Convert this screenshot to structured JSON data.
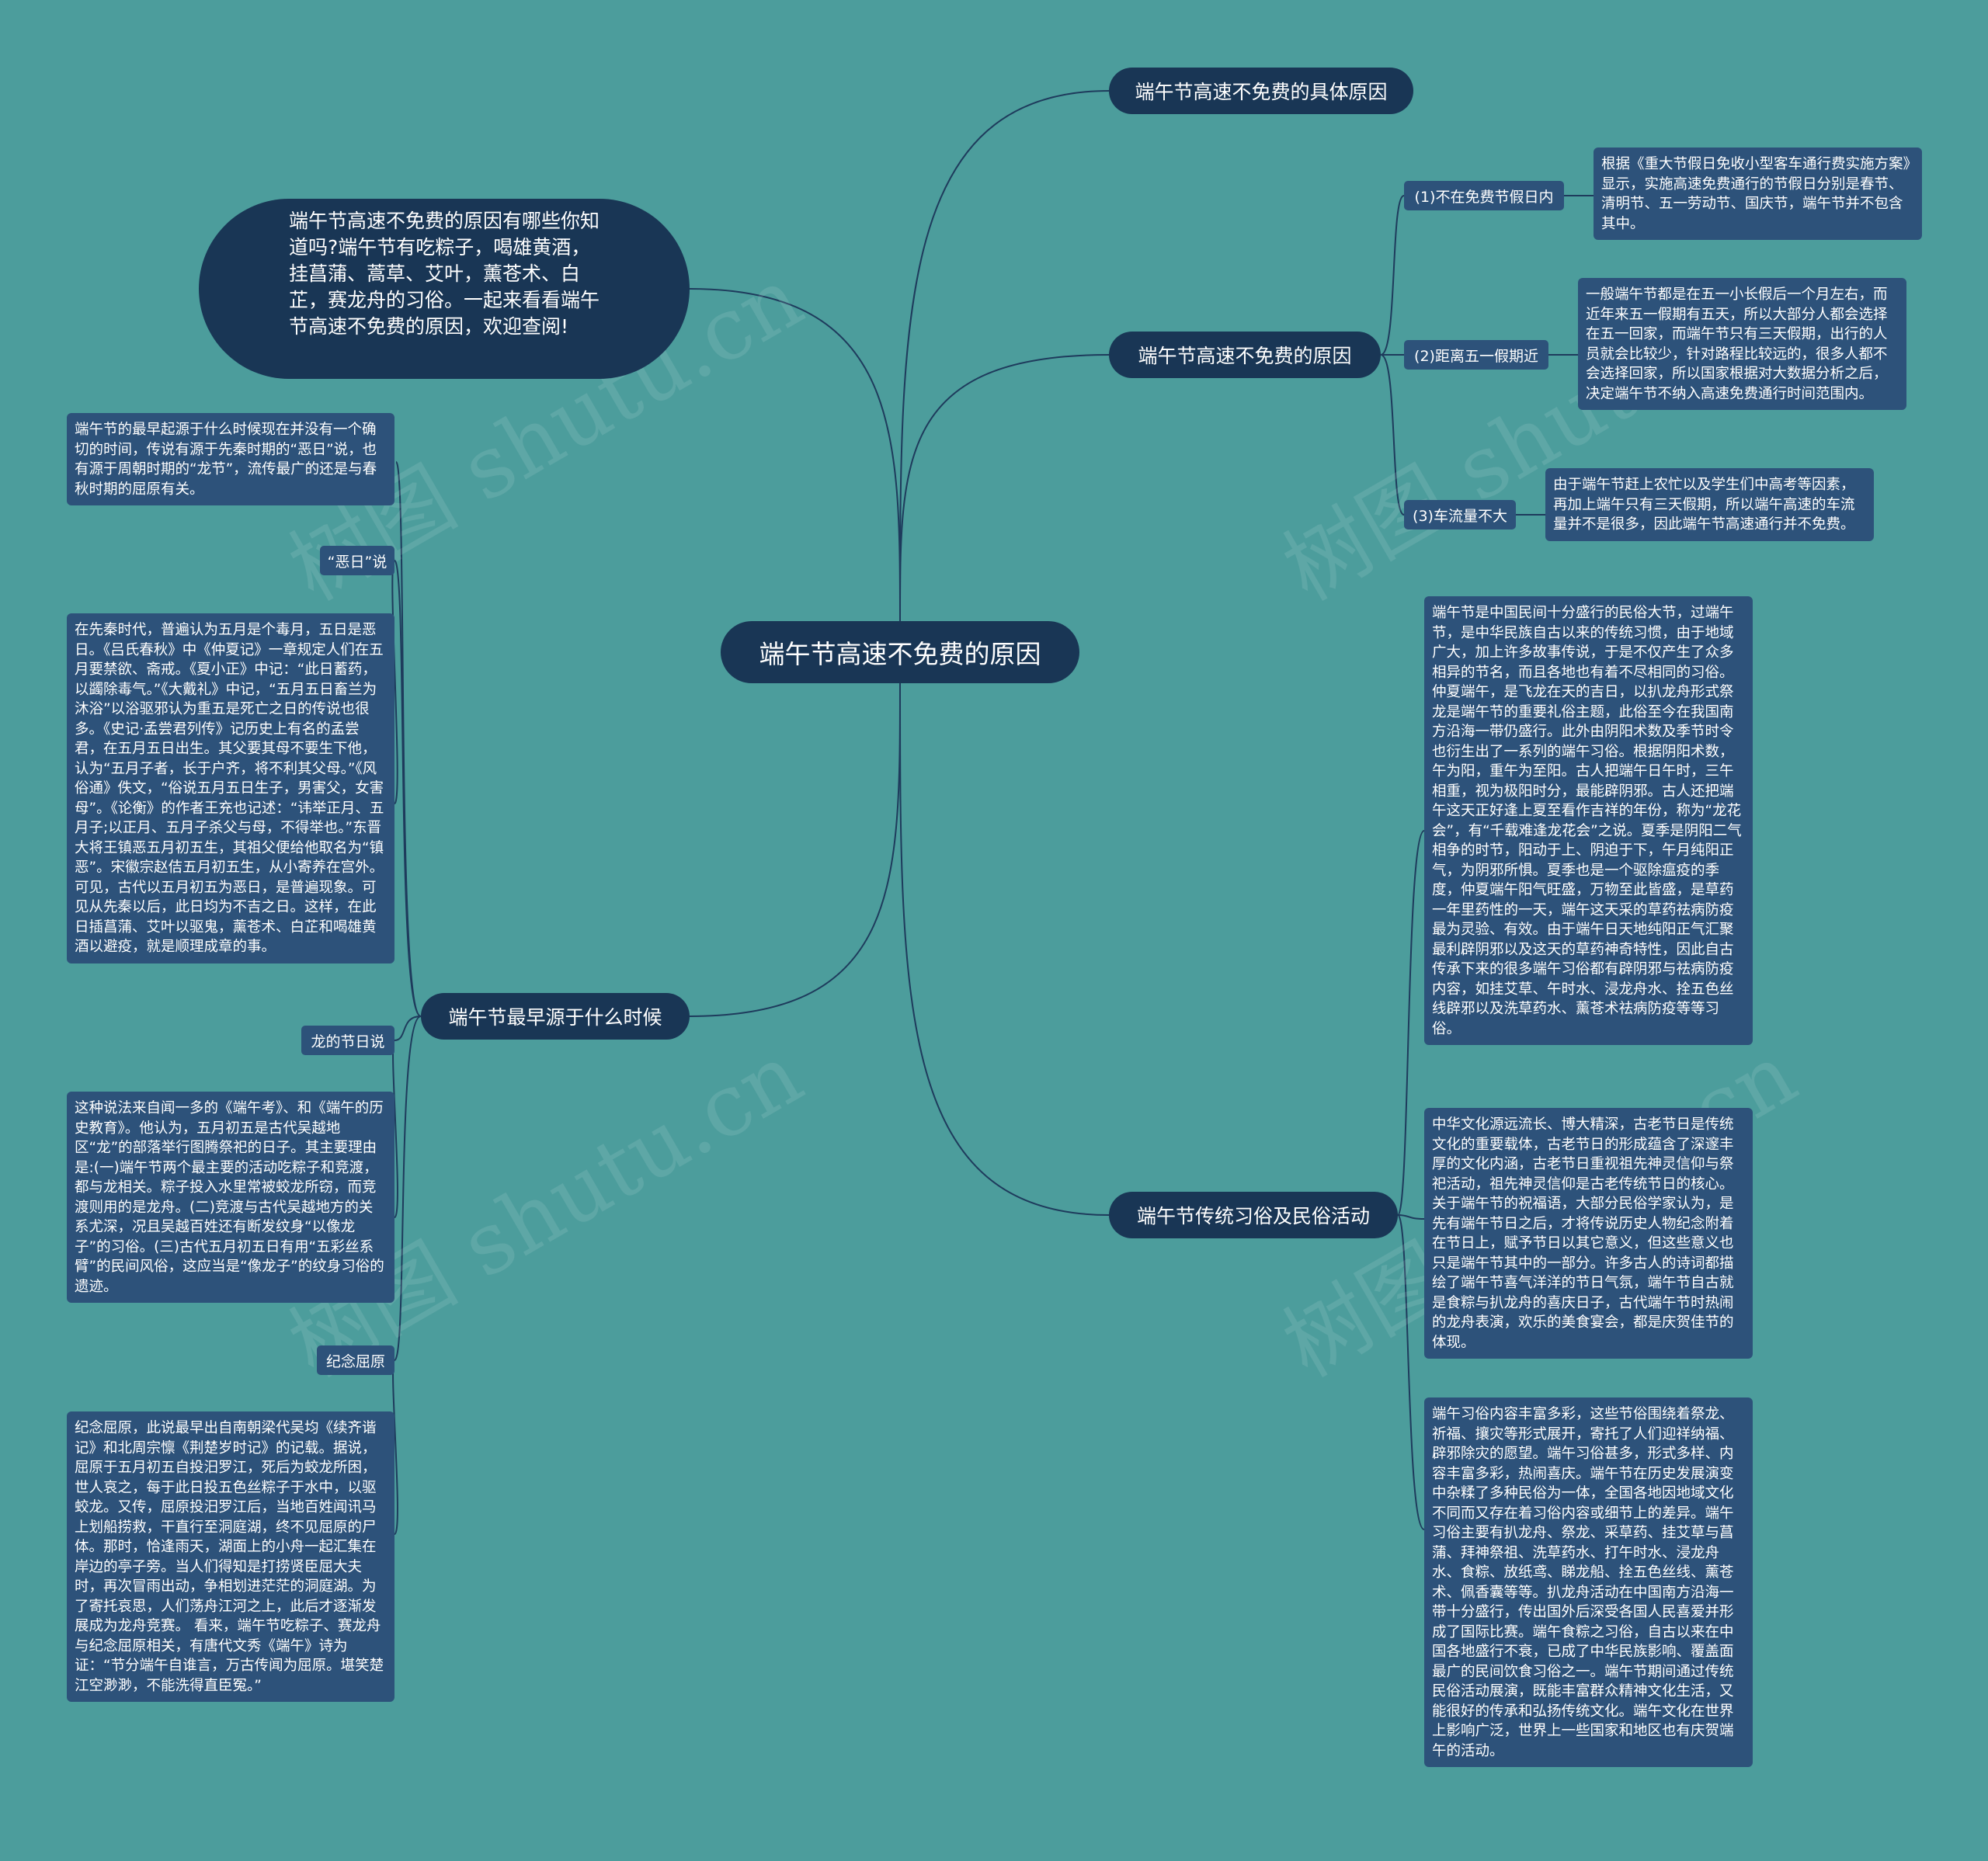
{
  "root": "端午节高速不免费的原因",
  "intro": "端午节高速不免费的原因有哪些你知道吗?端午节有吃粽子，喝雄黄酒，挂菖蒲、蒿草、艾叶，薰苍术、白芷，赛龙舟的习俗。一起来看看端午节高速不免费的原因，欢迎查阅!",
  "topics": {
    "specific": "端午节高速不免费的具体原因",
    "reasons": "端午节高速不免费的原因",
    "customs": "端午节传统习俗及民俗活动",
    "origin": "端午节最早源于什么时候"
  },
  "reasons": [
    {
      "label": "(1)不在免费节假日内",
      "text": "根据《重大节假日免收小型客车通行费实施方案》显示，实施高速免费通行的节假日分别是春节、清明节、五一劳动节、国庆节，端午节并不包含其中。"
    },
    {
      "label": "(2)距离五一假期近",
      "text": "一般端午节都是在五一小长假后一个月左右，而近年来五一假期有五天，所以大部分人都会选择在五一回家，而端午节只有三天假期，出行的人员就会比较少，针对路程比较远的，很多人都不会选择回家，所以国家根据对大数据分析之后，决定端午节不纳入高速免费通行时间范围内。"
    },
    {
      "label": "(3)车流量不大",
      "text": "由于端午节赶上农忙以及学生们中高考等因素，再加上端午只有三天假期，所以端午高速的车流量并不是很多，因此端午节高速通行并不免费。"
    }
  ],
  "customs": [
    "端午节是中国民间十分盛行的民俗大节，过端午节，是中华民族自古以来的传统习惯，由于地域广大，加上许多故事传说，于是不仅产生了众多相异的节名，而且各地也有着不尽相同的习俗。仲夏端午，是飞龙在天的吉日，以扒龙舟形式祭龙是端午节的重要礼俗主题，此俗至今在我国南方沿海一带仍盛行。此外由阴阳术数及季节时令也衍生出了一系列的端午习俗。根据阴阳术数，午为阳，重午为至阳。古人把端午日午时，三午相重，视为极阳时分，最能辟阴邪。古人还把端午这天正好逢上夏至看作吉祥的年份，称为“龙花会”，有“千载难逢龙花会”之说。夏季是阴阳二气相争的时节，阳动于上、阴迫于下，午月纯阳正气，为阴邪所惧。夏季也是一个驱除瘟疫的季度，仲夏端午阳气旺盛，万物至此皆盛，是草药一年里药性的一天，端午这天采的草药祛病防疫最为灵验、有效。由于端午日天地纯阳正气汇聚最利辟阴邪以及这天的草药神奇特性，因此自古传承下来的很多端午习俗都有辟阴邪与祛病防疫内容，如挂艾草、午时水、浸龙舟水、拴五色丝线辟邪以及洗草药水、薰苍术祛病防疫等等习俗。",
    "中华文化源远流长、博大精深，古老节日是传统文化的重要载体，古老节日的形成蕴含了深邃丰厚的文化内涵，古老节日重视祖先神灵信仰与祭祀活动，祖先神灵信仰是古老传统节日的核心。关于端午节的祝福语，大部分民俗学家认为，是先有端午节日之后，才将传说历史人物纪念附着在节日上，赋予节日以其它意义，但这些意义也只是端午节其中的一部分。许多古人的诗词都描绘了端午节喜气洋洋的节日气氛，端午节自古就是食粽与扒龙舟的喜庆日子，古代端午节时热闹的龙舟表演，欢乐的美食宴会，都是庆贺佳节的体现。",
    "端午习俗内容丰富多彩，这些节俗围绕着祭龙、祈福、攘灾等形式展开，寄托了人们迎祥纳福、辟邪除灾的愿望。端午习俗甚多，形式多样、内容丰富多彩，热闹喜庆。端午节在历史发展演变中杂糅了多种民俗为一体，全国各地因地域文化不同而又存在着习俗内容或细节上的差异。端午习俗主要有扒龙舟、祭龙、采草药、挂艾草与菖蒲、拜神祭祖、洗草药水、打午时水、浸龙舟水、食粽、放纸鸢、睇龙船、拴五色丝线、薰苍术、佩香囊等等。扒龙舟活动在中国南方沿海一带十分盛行，传出国外后深受各国人民喜爱并形成了国际比赛。端午食粽之习俗，自古以来在中国各地盛行不衰，已成了中华民族影响、覆盖面最广的民间饮食习俗之一。端午节期间通过传统民俗活动展演，既能丰富群众精神文化生活，又能很好的传承和弘扬传统文化。端午文化在世界上影响广泛，世界上一些国家和地区也有庆贺端午的活动。"
  ],
  "origin": {
    "intro": "端午节的最早起源于什么时候现在并没有一个确切的时间，传说有源于先秦时期的“恶日”说，也有源于周朝时期的“龙节”，流传最广的还是与春秋时期的屈原有关。",
    "items": [
      {
        "label": "“恶日”说",
        "text": "在先秦时代，普遍认为五月是个毒月，五日是恶日。《吕氏春秋》中《仲夏记》一章规定人们在五月要禁欲、斋戒。《夏小正》中记：“此日蓄药，以蠲除毒气。”《大戴礼》中记，“五月五日畜兰为沐浴”以浴驱邪认为重五是死亡之日的传说也很多。《史记·孟尝君列传》记历史上有名的孟尝君，在五月五日出生。其父要其母不要生下他，认为“五月子者，长于户齐，将不利其父母。”《风俗通》佚文，“俗说五月五日生子，男害父，女害母”。《论衡》的作者王充也记述：“讳举正月、五月子;以正月、五月子杀父与母，不得举也。”东晋大将王镇恶五月初五生，其祖父便给他取名为“镇恶”。宋徽宗赵佶五月初五生，从小寄养在宫外。可见，古代以五月初五为恶日，是普遍现象。可见从先秦以后，此日均为不吉之日。这样，在此日插菖蒲、艾叶以驱鬼，薰苍术、白芷和喝雄黄酒以避疫，就是顺理成章的事。"
      },
      {
        "label": "龙的节日说",
        "text": "这种说法来自闻一多的《端午考》、和《端午的历史教育》。他认为，五月初五是古代吴越地区“龙”的部落举行图腾祭祀的日子。其主要理由是:(一)端午节两个最主要的活动吃粽子和竞渡，都与龙相关。粽子投入水里常被蛟龙所窃，而竞渡则用的是龙舟。(二)竞渡与古代吴越地方的关系尤深，况且吴越百姓还有断发纹身“以像龙子”的习俗。(三)古代五月初五日有用“五彩丝系臂”的民间风俗，这应当是“像龙子”的纹身习俗的遗迹。"
      },
      {
        "label": "纪念屈原",
        "text": "纪念屈原，此说最早出自南朝梁代吴均《续齐谐记》和北周宗懔《荆楚岁时记》的记载。据说，屈原于五月初五自投汨罗江，死后为蛟龙所困，世人哀之，每于此日投五色丝粽子于水中，以驱蛟龙。又传，屈原投汨罗江后，当地百姓闻讯马上划船捞救，干直行至洞庭湖，终不见屈原的尸体。那时，恰逢雨天，湖面上的小舟一起汇集在岸边的亭子旁。当人们得知是打捞贤臣屈大夫时，再次冒雨出动，争相划进茫茫的洞庭湖。为了寄托哀思，人们荡舟江河之上，此后才逐渐发展成为龙舟竞赛。 看来，端午节吃粽子、赛龙舟与纪念屈原相关，有唐代文秀《端午》诗为证：“节分端午自谁言，万古传闻为屈原。堪笑楚江空渺渺，不能洗得直臣冤。”"
      }
    ]
  },
  "watermark": "树图 shutu.cn",
  "colors": {
    "background": "#4c9d9c",
    "primary_node": "#193655",
    "secondary_node": "#2d527a",
    "link": "#1e3b5c"
  }
}
